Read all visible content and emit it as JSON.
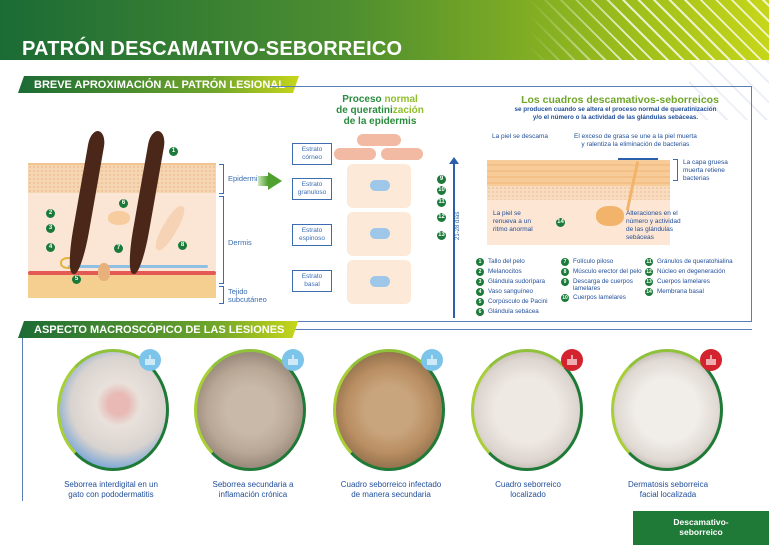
{
  "header": {
    "title": "PATRÓN DESCAMATIVO-SEBORREICO"
  },
  "section1": {
    "title": "BREVE APROXIMACIÓN AL PATRÓN LESIONAL"
  },
  "skin_diagram": {
    "layers": {
      "epidermis": "Epidermis",
      "dermis": "Dermis",
      "subcutaneous_line1": "Tejido",
      "subcutaneous_line2": "subcutáneo"
    },
    "markers": [
      "1",
      "2",
      "3",
      "4",
      "5",
      "6",
      "7",
      "8"
    ]
  },
  "keratinization": {
    "title_part1": "Proceso ",
    "title_highlight1": "normal",
    "title_part2": "de queratini",
    "title_highlight2": "zación",
    "title_part3": "de la epidermis",
    "strata": [
      {
        "line1": "Estrato",
        "line2": "córneo"
      },
      {
        "line1": "Estrato",
        "line2": "granuloso"
      },
      {
        "line1": "Estrato",
        "line2": "espinoso"
      },
      {
        "line1": "Estrato",
        "line2": "basal"
      }
    ],
    "markers": [
      "9",
      "10",
      "11",
      "12",
      "13"
    ],
    "days_label": "21-28 días"
  },
  "seborrheic": {
    "title": "Los cuadros descamativos-seborreicos",
    "subtitle_line1": "se producen cuando se altera el proceso normal de queratinización",
    "subtitle_line2": "y/o el número o la actividad de las glándulas sebáceas.",
    "note_desquama": "La piel se descama",
    "note_grease_line1": "El exceso de grasa se une a la piel muerta",
    "note_grease_line2": "y ralentiza la eliminación de bacterias",
    "note_thick_line1": "La capa gruesa",
    "note_thick_line2": "muerta retiene",
    "note_thick_line3": "bacterias",
    "note_renew_line1": "La piel se",
    "note_renew_line2": "renueva a un",
    "note_renew_line3": "ritmo anormal",
    "note_glands_line1": "Alteraciones en el",
    "note_glands_line2": "número y actividad",
    "note_glands_line3": "de las glándulas",
    "note_glands_line4": "sebáceas",
    "marker": "14"
  },
  "legend": {
    "col1": [
      {
        "n": "1",
        "label": "Tallo del pelo"
      },
      {
        "n": "2",
        "label": "Melanocitos"
      },
      {
        "n": "3",
        "label": "Glándula sudorípara"
      },
      {
        "n": "4",
        "label": "Vaso sanguíneo"
      },
      {
        "n": "5",
        "label": "Corpúsculo de Pacini"
      },
      {
        "n": "6",
        "label": "Glándula sebácea"
      }
    ],
    "col2": [
      {
        "n": "7",
        "label": "Folículo piloso"
      },
      {
        "n": "8",
        "label": "Músculo erector del pelo"
      },
      {
        "n": "9",
        "label": "Descarga de cuerpos lamelares"
      },
      {
        "n": "10",
        "label": "Cuerpos lamelares"
      }
    ],
    "col3": [
      {
        "n": "11",
        "label": "Gránulos de queratohialina"
      },
      {
        "n": "12",
        "label": "Núcleo en degeneración"
      },
      {
        "n": "13",
        "label": "Cuerpos lamelares"
      },
      {
        "n": "14",
        "label": "Membrana basal"
      }
    ]
  },
  "section2": {
    "title": "ASPECTO MACROSCÓPICO DE LAS LESIONES"
  },
  "lesions": [
    {
      "caption_line1": "Seborrea interdigital en un",
      "caption_line2": "gato con pododermatitis",
      "badge": "blue"
    },
    {
      "caption_line1": "Seborrea secundaria a",
      "caption_line2": "inflamación crónica",
      "badge": "blue"
    },
    {
      "caption_line1": "Cuadro seborreico infectado",
      "caption_line2": "de manera secundaria",
      "badge": "blue"
    },
    {
      "caption_line1": "Cuadro seborreico",
      "caption_line2": "localizado",
      "badge": "red"
    },
    {
      "caption_line1": "Dermatosis seborreica",
      "caption_line2": "facial localizada",
      "badge": "red"
    }
  ],
  "colors": {
    "brand_green": "#1e7a36",
    "accent_lime": "#c7d61a",
    "text_blue": "#1f4e9a",
    "badge_blue": "#7cc4ea",
    "badge_red": "#d3232e"
  },
  "footer": {
    "tab_line1": "Descamativo-",
    "tab_line2": "seborreico"
  }
}
